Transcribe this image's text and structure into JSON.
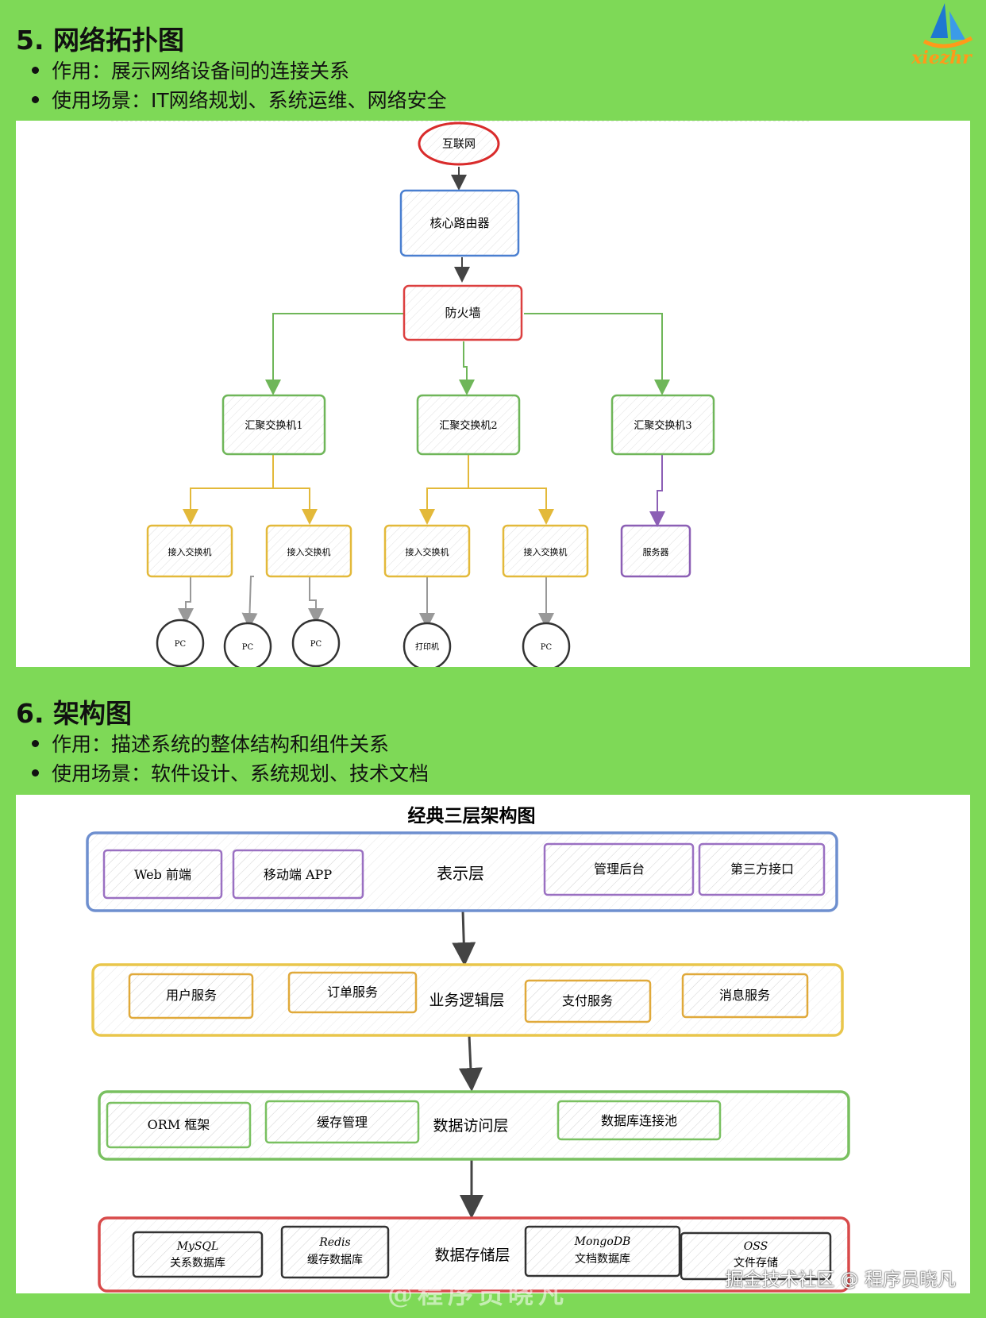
{
  "logo": {
    "text": "xiezhr",
    "colors": {
      "sail": "#1f78d1",
      "text": "#ff9a1a"
    }
  },
  "section5": {
    "title": "5. 网络拓扑图",
    "bullets": [
      "作用：展示网络设备间的连接关系",
      "使用场景：IT网络规划、系统运维、网络安全"
    ],
    "diagram": {
      "internet": "互联网",
      "core_router": "核心路由器",
      "firewall": "防火墙",
      "aggregation": [
        "汇聚交换机1",
        "汇聚交换机2",
        "汇聚交换机3"
      ],
      "access": [
        "接入交换机",
        "接入交换机",
        "接入交换机",
        "接入交换机"
      ],
      "server": "服务器",
      "endpoints": [
        "PC",
        "PC",
        "PC",
        "打印机",
        "PC"
      ],
      "colors": {
        "red": "#d92b2b",
        "blue": "#4a7fd0",
        "green": "#6fb659",
        "yellow": "#e3b93a",
        "purple": "#8c5fb5",
        "gray": "#888888"
      }
    }
  },
  "section6": {
    "title": "6. 架构图",
    "bullets": [
      "作用：描述系统的整体结构和组件关系",
      "使用场景：软件设计、系统规划、技术文档"
    ],
    "diagram": {
      "title": "经典三层架构图",
      "layers": [
        {
          "name": "表示层",
          "items": [
            "Web 前端",
            "移动端 APP",
            "管理后台",
            "第三方接口"
          ],
          "color": "#6e8fcf",
          "item_color": "#9a70c2"
        },
        {
          "name": "业务逻辑层",
          "items": [
            "用户服务",
            "订单服务",
            "支付服务",
            "消息服务"
          ],
          "color": "#e9c64b",
          "item_color": "#e0a93a"
        },
        {
          "name": "数据访问层",
          "items": [
            "ORM 框架",
            "缓存管理",
            "数据库连接池"
          ],
          "color": "#79c060",
          "item_color": "#79c060"
        },
        {
          "name": "数据存储层",
          "items": [
            [
              "MySQL",
              "关系数据库"
            ],
            [
              "Redis",
              "缓存数据库"
            ],
            [
              "MongoDB",
              "文档数据库"
            ],
            [
              "OSS",
              "文件存储"
            ]
          ],
          "color": "#d84a4a",
          "item_color": "#333333"
        }
      ]
    }
  },
  "footer": {
    "credit": "掘金技术社区 @ 程序员晓凡",
    "watermark": "@程序员晓凡"
  }
}
